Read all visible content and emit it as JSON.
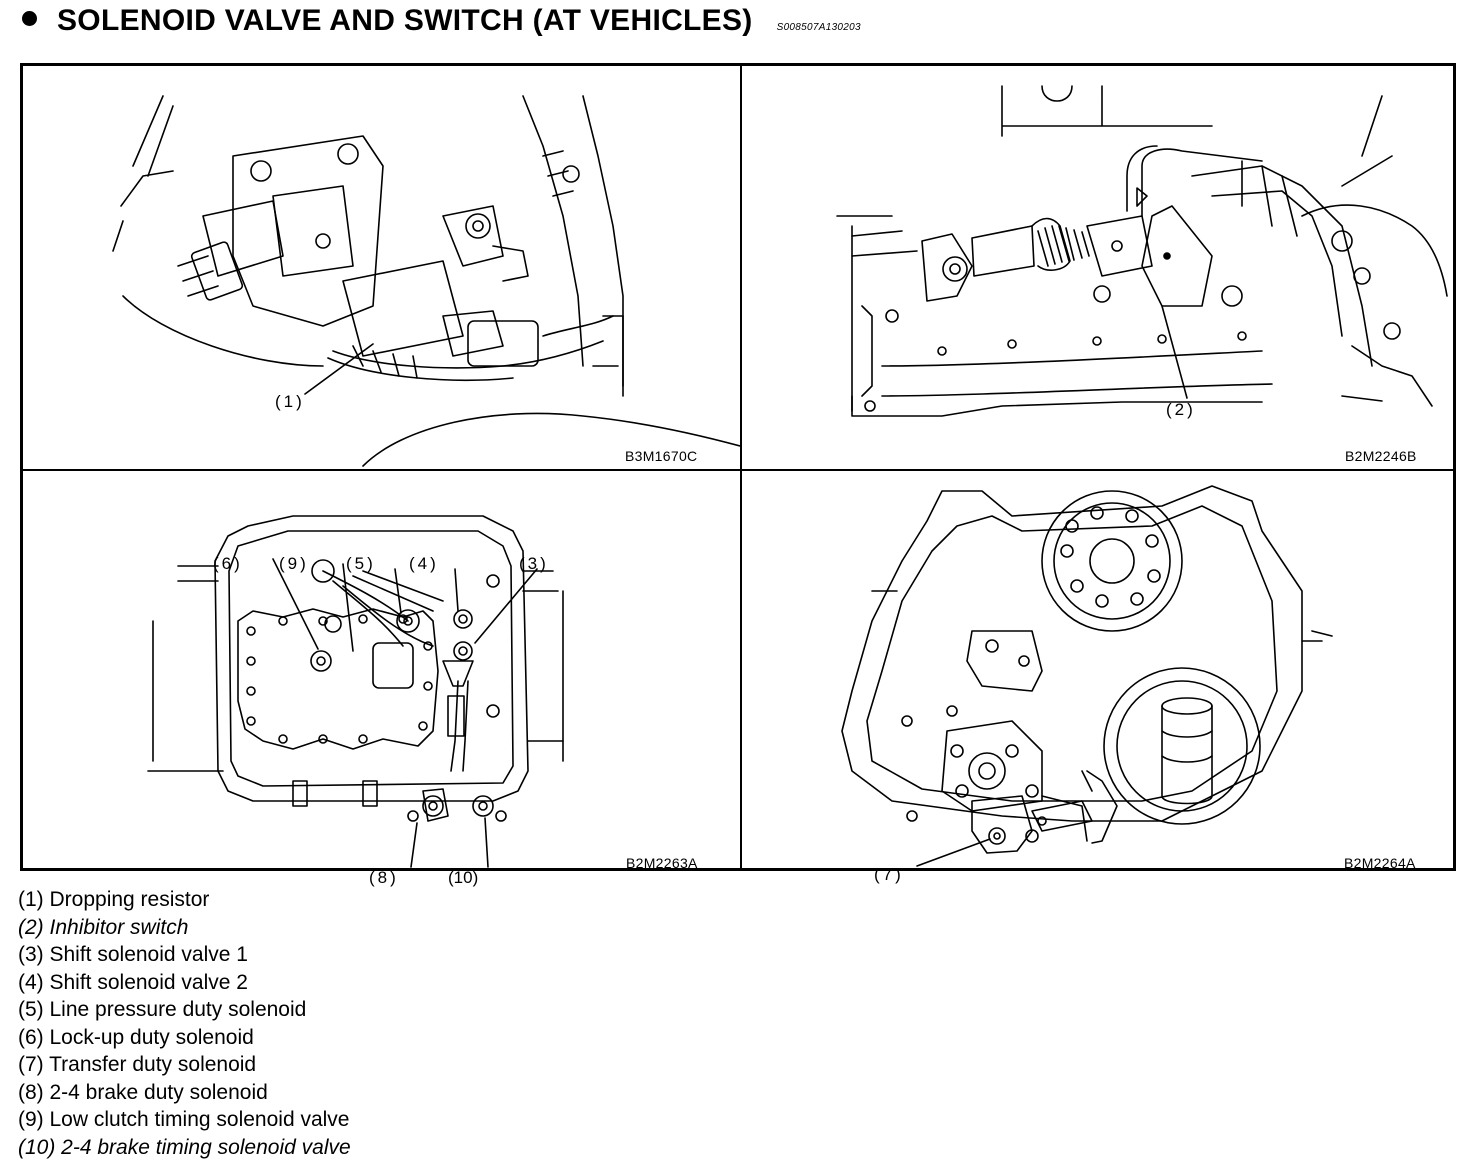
{
  "header": {
    "title": "SOLENOID VALVE AND SWITCH (AT VEHICLES)",
    "doc_code": "S008507A130203"
  },
  "figures": [
    {
      "code": "B3M1670C",
      "callouts": [
        "(1)"
      ]
    },
    {
      "code": "B2M2246B",
      "callouts": [
        "(2)"
      ]
    },
    {
      "code": "B2M2263A",
      "callouts": [
        "(6)",
        "(9)",
        "(5)",
        "(4)",
        "(3)",
        "(8)",
        "(10)"
      ]
    },
    {
      "code": "B2M2264A",
      "callouts": [
        "(7)"
      ]
    }
  ],
  "legend": [
    "(1) Dropping resistor",
    "(2) Inhibitor switch",
    "(3) Shift solenoid valve 1",
    "(4) Shift solenoid valve 2",
    "(5) Line pressure duty solenoid",
    "(6) Lock-up duty solenoid",
    "(7) Transfer duty solenoid",
    "(8) 2-4 brake duty solenoid",
    "(9) Low clutch timing solenoid valve",
    "(10) 2-4 brake timing solenoid valve"
  ]
}
